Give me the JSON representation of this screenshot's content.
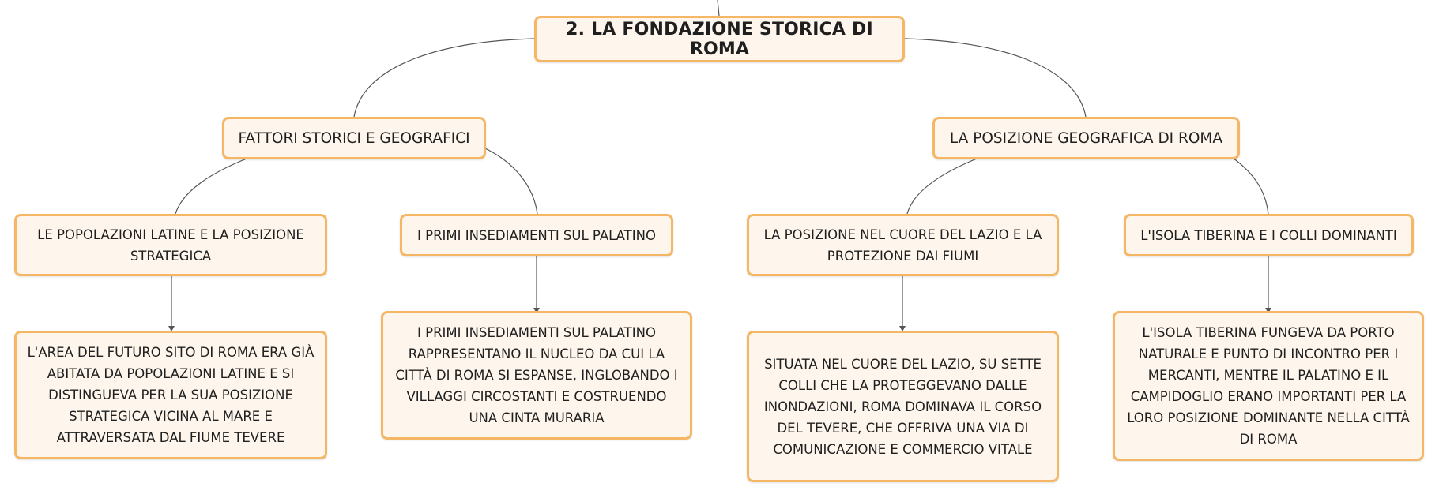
{
  "colors": {
    "node_fill": "#fef6ec",
    "node_border": "#f5b766",
    "connector": "#555555",
    "text": "#1f1f1f"
  },
  "root": {
    "label": "2. LA FONDAZIONE STORICA DI ROMA"
  },
  "branches": [
    {
      "label": "FATTORI STORICI E GEOGRAFICI",
      "children": [
        {
          "label": "LE POPOLAZIONI LATINE E LA POSIZIONE STRATEGICA",
          "detail": "L'AREA DEL FUTURO SITO DI ROMA ERA GIÀ ABITATA DA POPOLAZIONI LATINE E SI DISTINGUEVA PER LA SUA POSIZIONE STRATEGICA VICINA AL MARE E ATTRAVERSATA DAL FIUME TEVERE"
        },
        {
          "label": "I PRIMI INSEDIAMENTI SUL PALATINO",
          "detail": "I PRIMI INSEDIAMENTI SUL PALATINO RAPPRESENTANO IL NUCLEO DA CUI LA CITTÀ DI ROMA SI ESPANSE, INGLOBANDO I VILLAGGI CIRCOSTANTI E COSTRUENDO UNA CINTA MURARIA"
        }
      ]
    },
    {
      "label": "LA POSIZIONE GEOGRAFICA DI ROMA",
      "children": [
        {
          "label": "LA POSIZIONE NEL CUORE DEL LAZIO E LA PROTEZIONE DAI FIUMI",
          "detail": "SITUATA NEL CUORE DEL LAZIO, SU SETTE COLLI CHE LA PROTEGGEVANO DALLE INONDAZIONI, ROMA DOMINAVA IL CORSO DEL TEVERE, CHE OFFRIVA UNA VIA DI COMUNICAZIONE E COMMERCIO VITALE"
        },
        {
          "label": "L'ISOLA TIBERINA E I COLLI DOMINANTI",
          "detail": "L'ISOLA TIBERINA FUNGEVA DA PORTO NATURALE E PUNTO DI INCONTRO PER I MERCANTI, MENTRE IL PALATINO E IL CAMPIDOGLIO ERANO IMPORTANTI PER LA LORO POSIZIONE DOMINANTE NELLA CITTÀ DI ROMA"
        }
      ]
    }
  ]
}
